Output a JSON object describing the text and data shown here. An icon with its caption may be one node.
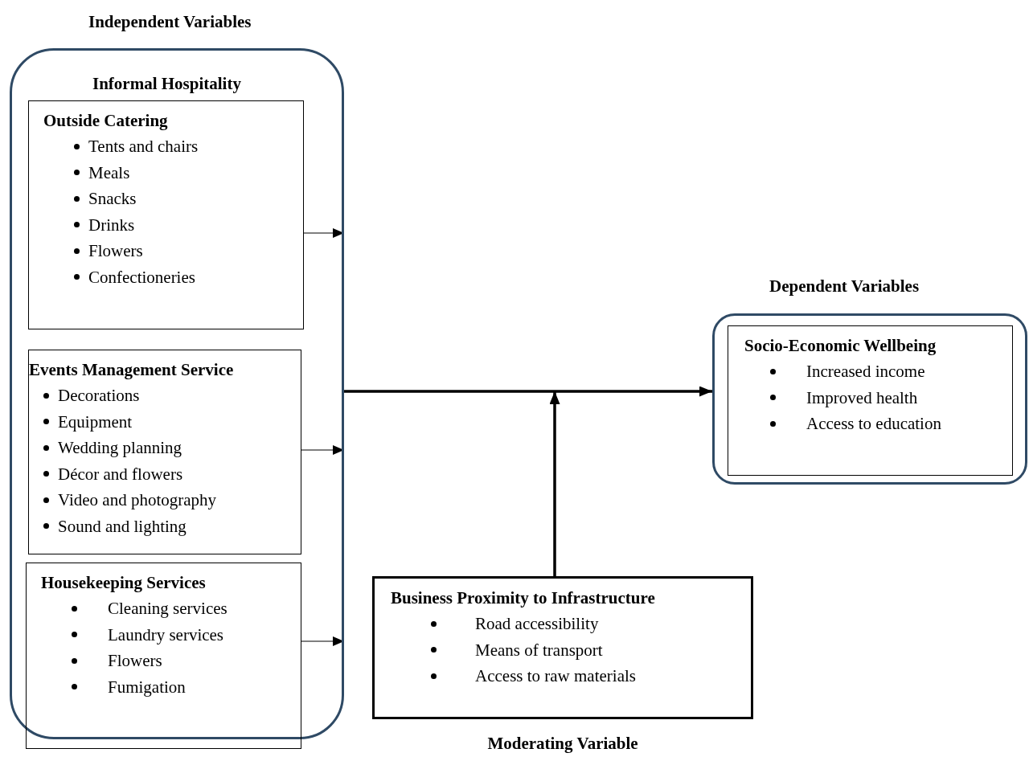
{
  "diagram": {
    "nodes": [
      {
        "text": [
          "Informal Hospitality"
        ]
      },
      {
        "text": [
          "Outside Catering",
          "Tents and chairs",
          "Meals",
          "Snacks",
          "Drinks",
          "Flowers",
          "Confectioneries"
        ],
        "in": 0
      },
      {
        "text": [
          "Events Management Service",
          "Decorations",
          "Equipment",
          "Wedding planning",
          "Décor and flowers",
          "Video and photography",
          "Sound and lighting"
        ],
        "in": 0
      },
      {
        "text": [
          "Housekeeping Services",
          "Cleaning services",
          "Laundry services",
          "Flowers",
          "Fumigation"
        ],
        "in": 0
      },
      {
        "text": [
          "Dependent Variables"
        ]
      },
      {
        "text": [
          "Socio-Economic Wellbeing",
          "Increased income",
          "Improved health",
          "Access to education"
        ],
        "in": 4
      },
      {
        "text": [
          "Business Proximity to Infrastructure",
          "Road accessibility",
          "Means of transport",
          "Access to raw materials"
        ],
        "beside": [
          "Moderating Variable"
        ]
      }
    ],
    "edges": [
      {
        "from": 0,
        "to": 4,
        "arrow": "to",
        "style": "thick"
      },
      {
        "from": 6,
        "to": null,
        "arrow": "to",
        "style": "thick"
      },
      {
        "from": 1,
        "to": 0,
        "arrow": "to"
      },
      {
        "from": 2,
        "to": 0,
        "arrow": "to"
      },
      {
        "from": 3,
        "to": 0,
        "arrow": "to"
      }
    ],
    "labels": [
      "Independent Variables"
    ]
  }
}
